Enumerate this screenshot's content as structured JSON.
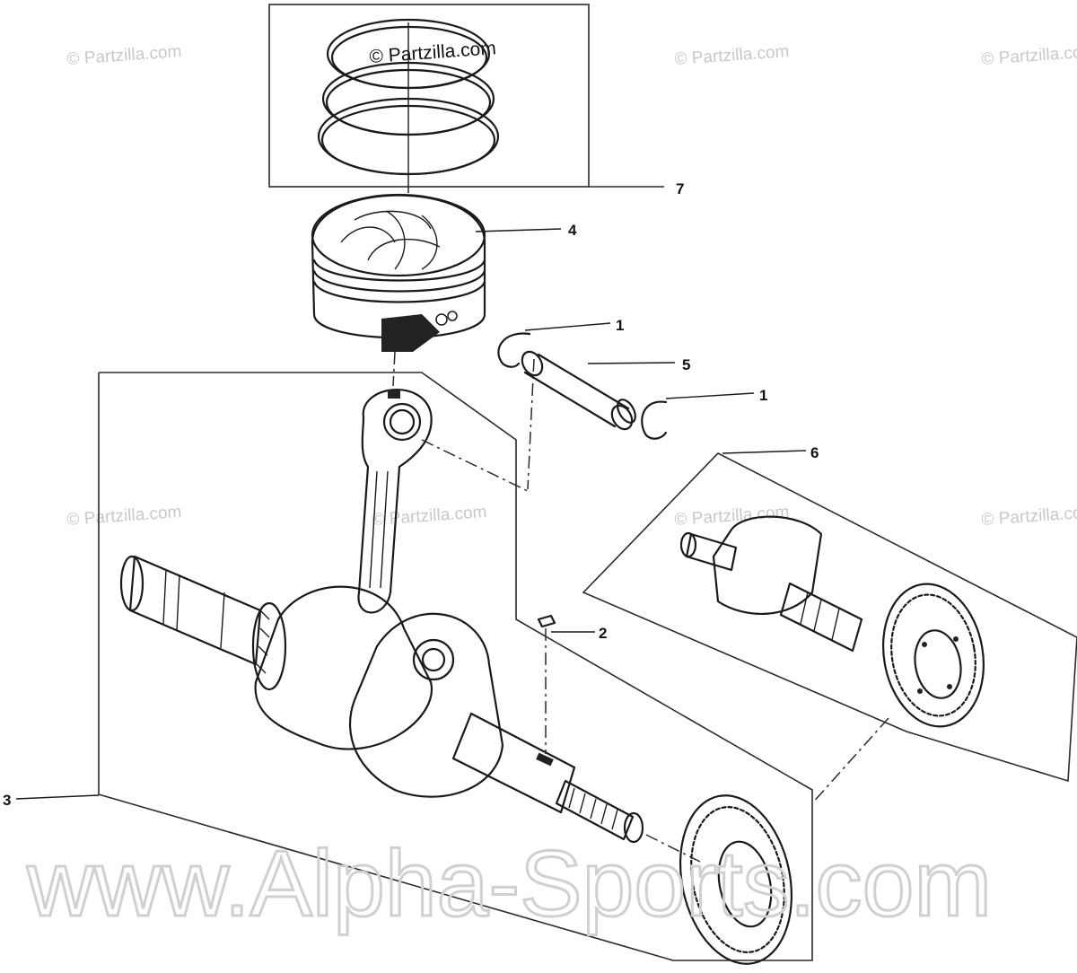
{
  "watermarks": {
    "main": "© Partzilla.com",
    "repeat": "© Partzilla.com",
    "site": "www.Alpha-Sports.com"
  },
  "callouts": {
    "piston_rings": "7",
    "piston": "4",
    "clip_upper": "1",
    "piston_pin": "5",
    "clip_lower": "1",
    "balancer_shaft": "6",
    "key": "2",
    "crankshaft_assembly": "3"
  }
}
